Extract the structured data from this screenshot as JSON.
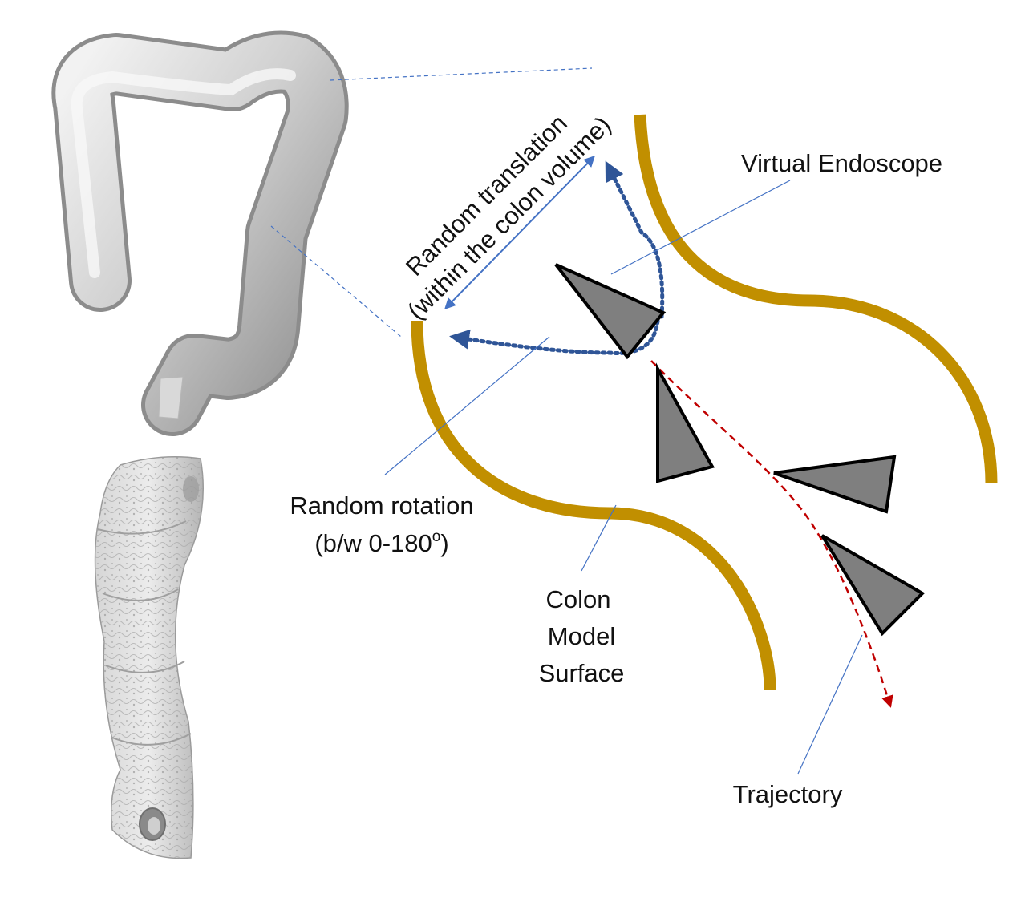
{
  "labels": {
    "translation_line1": "Random translation",
    "translation_line2": "(within the colon volume)",
    "virtual_endoscope": "Virtual Endoscope",
    "rotation_line1": "Random rotation",
    "rotation_line2_prefix": "(b/w 0-180",
    "rotation_line2_degree": "o",
    "rotation_line2_suffix": ")",
    "surface_line1": "Colon",
    "surface_line2": "Model",
    "surface_line3": "Surface",
    "trajectory": "Trajectory"
  },
  "colors": {
    "colon_surface": "#C18F00",
    "endoscope_fill": "#7F7F7F",
    "endoscope_stroke": "#000000",
    "trajectory": "#C00000",
    "translation_arrow": "#4472C4",
    "dotted_path": "#2F5597",
    "leader_line": "#4472C4",
    "colon_model": "#BDBDBD"
  }
}
